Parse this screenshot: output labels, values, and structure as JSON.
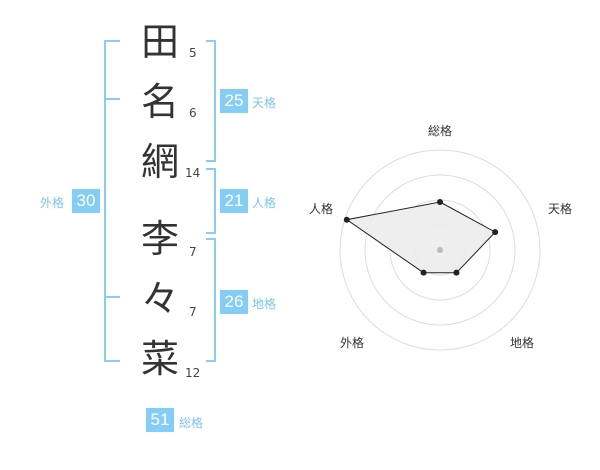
{
  "name": {
    "chars": [
      {
        "char": "田",
        "strokes": "5"
      },
      {
        "char": "名",
        "strokes": "6"
      },
      {
        "char": "網",
        "strokes": "14"
      },
      {
        "char": "李",
        "strokes": "7"
      },
      {
        "char": "々",
        "strokes": "7"
      },
      {
        "char": "菜",
        "strokes": "12"
      }
    ]
  },
  "kaku": {
    "tenkaku": {
      "value": "25",
      "label": "天格"
    },
    "jinkaku": {
      "value": "21",
      "label": "人格"
    },
    "chikaku": {
      "value": "26",
      "label": "地格"
    },
    "gaikaku": {
      "value": "30",
      "label": "外格"
    },
    "soukaku": {
      "value": "51",
      "label": "総格"
    }
  },
  "radar": {
    "axes": [
      "総格",
      "天格",
      "地格",
      "外格",
      "人格"
    ],
    "levels": [
      0.48,
      0.58,
      0.28,
      0.28,
      0.98
    ],
    "colors": {
      "fill": "#ececec",
      "line": "#222222",
      "ring": "#dddddd",
      "point": "#222222",
      "center": "#bbbbbb"
    }
  }
}
